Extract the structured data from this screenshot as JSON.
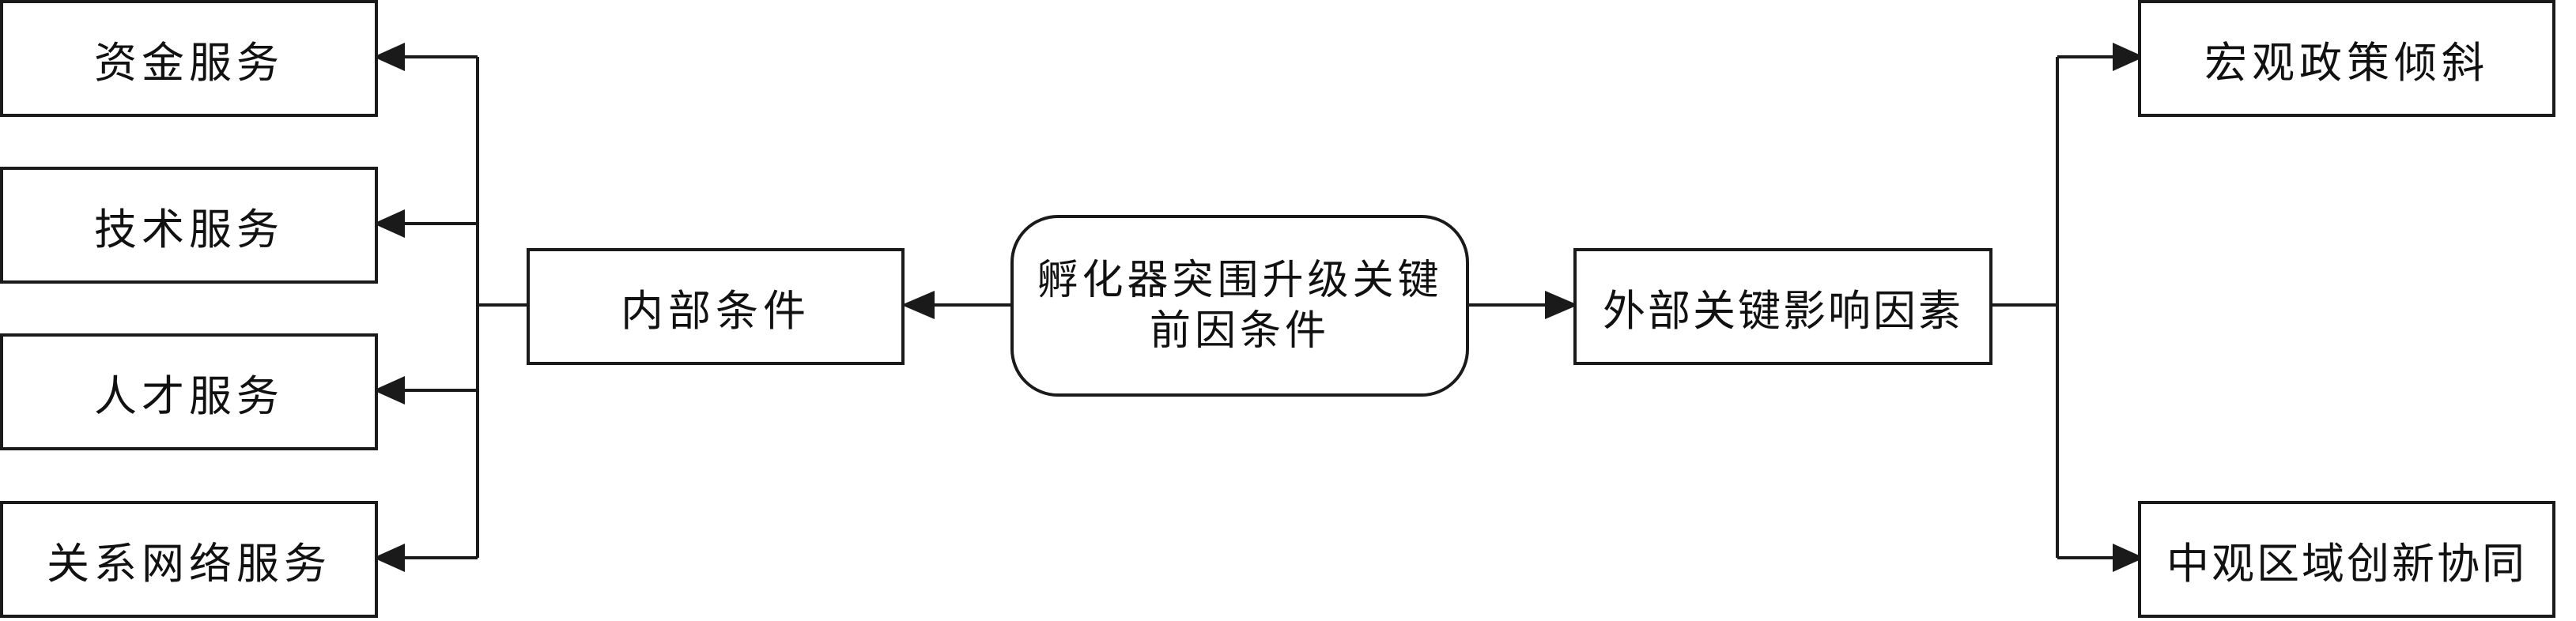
{
  "center": {
    "line1": "孵化器突围升级关键",
    "line2": "前因条件"
  },
  "internal": {
    "label": "内部条件",
    "items": [
      "资金服务",
      "技术服务",
      "人才服务",
      "关系网络服务"
    ]
  },
  "external": {
    "label": "外部关键影响因素",
    "items": [
      "宏观政策倾斜",
      "中观区域创新协同"
    ]
  },
  "colors": {
    "stroke": "#1a1a1a",
    "text": "#111111",
    "background": "#ffffff"
  }
}
